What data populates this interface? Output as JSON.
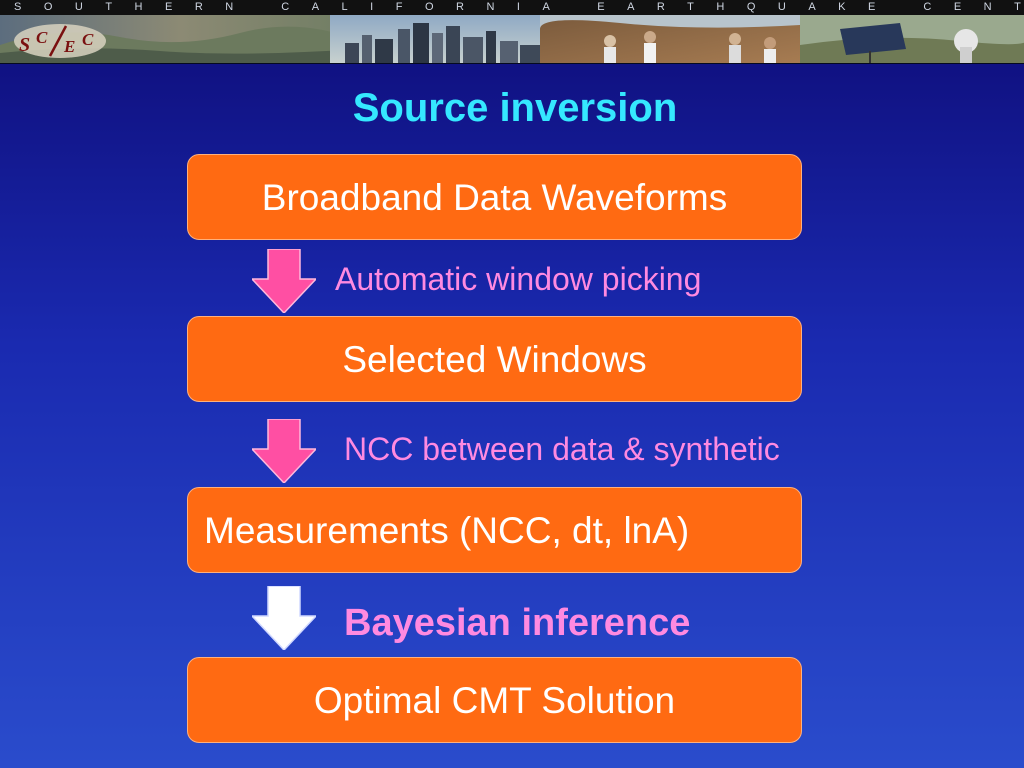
{
  "header": {
    "strip_text": "SOUTHERN CALIFORNIA EARTHQUAKE CENTER",
    "logo_text": "SCEC"
  },
  "slide": {
    "title": "Source inversion",
    "steps": [
      {
        "label": "Broadband Data Waveforms"
      },
      {
        "label": "Selected Windows"
      },
      {
        "label": "Measurements (NCC, dt, lnA)"
      },
      {
        "label": "Optimal CMT Solution"
      }
    ],
    "transitions": [
      {
        "label": "Automatic window picking",
        "arrow_color": "#ff4fa3"
      },
      {
        "label": "NCC between data & synthetic",
        "arrow_color": "#ff4fa3"
      },
      {
        "label": "Bayesian inference",
        "arrow_color": "#ffffff"
      }
    ]
  },
  "colors": {
    "background_top": "#0e0c78",
    "background_bottom": "#2a4ccc",
    "title": "#35e8ff",
    "box_fill": "#ff6a12",
    "caption": "#ff8ae0"
  }
}
